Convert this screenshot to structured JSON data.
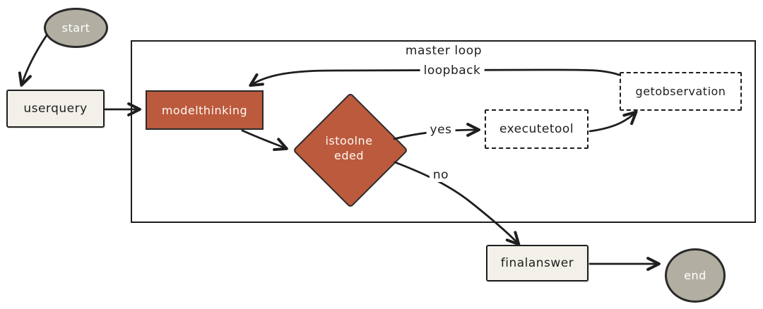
{
  "diagram": {
    "colors": {
      "background": "#ffffff",
      "stroke": "#1e1e1e",
      "accent_fill": "#bc5a3d",
      "gray_fill": "#b2afa2",
      "light_fill": "#f2f0e9",
      "light_text": "#fdf9f5"
    },
    "container": {
      "label": "master loop"
    },
    "nodes": {
      "start": {
        "label": "start",
        "shape": "ellipse"
      },
      "userquery": {
        "label": "userquery",
        "shape": "rectangle"
      },
      "modelthinking": {
        "label": "modelthinking",
        "shape": "rectangle"
      },
      "istoolneeded": {
        "label_line1": "istoolne",
        "label_line2": "eded",
        "shape": "diamond"
      },
      "executetool": {
        "label": "executetool",
        "shape": "dashed-rectangle"
      },
      "getobservation": {
        "label": "getobservation",
        "shape": "dashed-rectangle"
      },
      "finalanswer": {
        "label": "finalanswer",
        "shape": "rectangle"
      },
      "end": {
        "label": "end",
        "shape": "circle"
      }
    },
    "edge_labels": {
      "loopback": "loopback",
      "yes": "yes",
      "no": "no"
    }
  }
}
